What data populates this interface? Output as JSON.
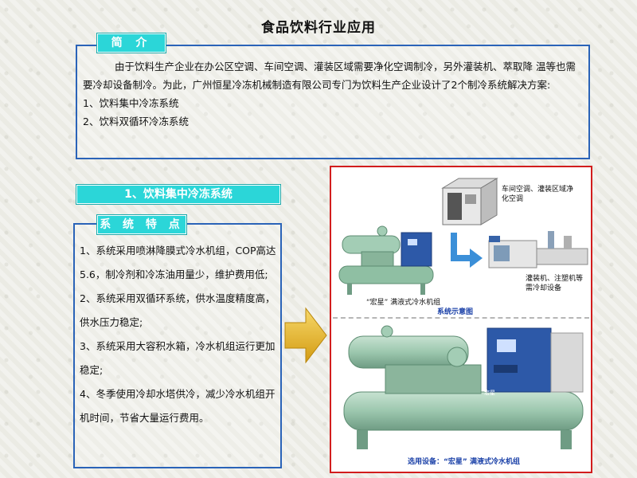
{
  "title": "食品饮料行业应用",
  "intro": {
    "tag": "简 介",
    "paragraph": "由于饮料生产企业在办公区空调、车间空调、灌装区域需要净化空调制冷，另外灌装机、萃取降 温等也需要冷却设备制冷。为此，广州恒星冷冻机械制造有限公司专门为饮料生产企业设计了2个制冷系统解决方案:",
    "items": [
      "1、饮料集中冷冻系统",
      "2、饮料双循环冷冻系统"
    ]
  },
  "section": {
    "title": "1、饮料集中冷冻系统"
  },
  "features": {
    "tag": "系 统 特 点",
    "items": [
      "1、系统采用喷淋降膜式冷水机组，COP高达5.6，制冷剂和冷冻油用量少，维护费用低;",
      "2、系统采用双循环系统，供水温度精度高，供水压力稳定;",
      "3、系统采用大容积水箱，冷水机组运行更加稳定;",
      "4、冬季使用冷却水塔供冷，减少冷水机组开机时间，节省大量运行费用。"
    ]
  },
  "diagram": {
    "ahu_caption": "车间空调、灌装区域净化空调",
    "machine_caption": "灌装机、注塑机等需冷却设备",
    "chiller_caption": "“宏星” 满液式冷水机组",
    "diagram_caption": "系统示意图",
    "brand_mark": "宏星",
    "selected_caption": "选用设备：“宏星” 满液式冷水机组"
  },
  "colors": {
    "accent_cyan": "#2bd6d8",
    "frame_blue": "#2a63b8",
    "panel_red": "#d21d1d",
    "arrow_gold": "#e9b626",
    "chiller_green": "#9cc7ae"
  }
}
